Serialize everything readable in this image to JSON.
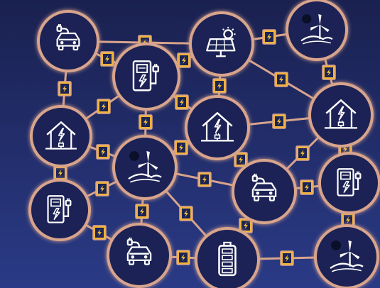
{
  "diagram": {
    "kind": "energy-network",
    "colors": {
      "background_top": "#1a2150",
      "background_bottom": "#2a3a86",
      "node_fill": "#1b2455",
      "node_ring": "#d8a48c",
      "link": "#d8a48c",
      "icon_stroke": "#ffffff",
      "badge_fill": "#f2b33a",
      "badge_border": "#d8a48c",
      "badge_inner": "#1b2455",
      "bolt": "#ffc935"
    },
    "nodes": [
      {
        "id": "ev-car-top-left",
        "icon": "ev-car-icon"
      },
      {
        "id": "charger-top",
        "icon": "ev-charger-icon"
      },
      {
        "id": "solar-top",
        "icon": "solar-panel-icon"
      },
      {
        "id": "wind-top-right",
        "icon": "wind-turbine-icon"
      },
      {
        "id": "house-left",
        "icon": "smart-house-icon"
      },
      {
        "id": "house-center",
        "icon": "smart-house-icon"
      },
      {
        "id": "house-right",
        "icon": "smart-house-icon"
      },
      {
        "id": "wind-center",
        "icon": "wind-turbine-icon"
      },
      {
        "id": "ev-car-center",
        "icon": "ev-car-icon"
      },
      {
        "id": "charger-right",
        "icon": "ev-charger-icon"
      },
      {
        "id": "charger-left",
        "icon": "ev-charger-icon"
      },
      {
        "id": "ev-car-bottom",
        "icon": "ev-car-icon"
      },
      {
        "id": "battery-bottom",
        "icon": "battery-icon"
      },
      {
        "id": "wind-bottom-right",
        "icon": "wind-turbine-icon"
      }
    ],
    "links": [
      [
        "ev-car-top-left",
        "charger-top"
      ],
      [
        "ev-car-top-left",
        "solar-top"
      ],
      [
        "ev-car-top-left",
        "house-left"
      ],
      [
        "charger-top",
        "solar-top"
      ],
      [
        "charger-top",
        "house-left"
      ],
      [
        "charger-top",
        "house-center"
      ],
      [
        "charger-top",
        "wind-center"
      ],
      [
        "solar-top",
        "wind-top-right"
      ],
      [
        "solar-top",
        "house-center"
      ],
      [
        "solar-top",
        "house-right"
      ],
      [
        "wind-top-right",
        "house-right"
      ],
      [
        "house-left",
        "wind-center"
      ],
      [
        "house-left",
        "charger-left"
      ],
      [
        "house-center",
        "wind-center"
      ],
      [
        "house-center",
        "house-right"
      ],
      [
        "house-center",
        "ev-car-center"
      ],
      [
        "house-right",
        "ev-car-center"
      ],
      [
        "house-right",
        "charger-right"
      ],
      [
        "wind-center",
        "charger-left"
      ],
      [
        "wind-center",
        "ev-car-bottom"
      ],
      [
        "wind-center",
        "ev-car-center"
      ],
      [
        "wind-center",
        "battery-bottom"
      ],
      [
        "ev-car-center",
        "charger-right"
      ],
      [
        "ev-car-center",
        "battery-bottom"
      ],
      [
        "charger-right",
        "wind-bottom-right"
      ],
      [
        "charger-left",
        "ev-car-bottom"
      ],
      [
        "ev-car-bottom",
        "battery-bottom"
      ],
      [
        "battery-bottom",
        "wind-bottom-right"
      ]
    ]
  }
}
